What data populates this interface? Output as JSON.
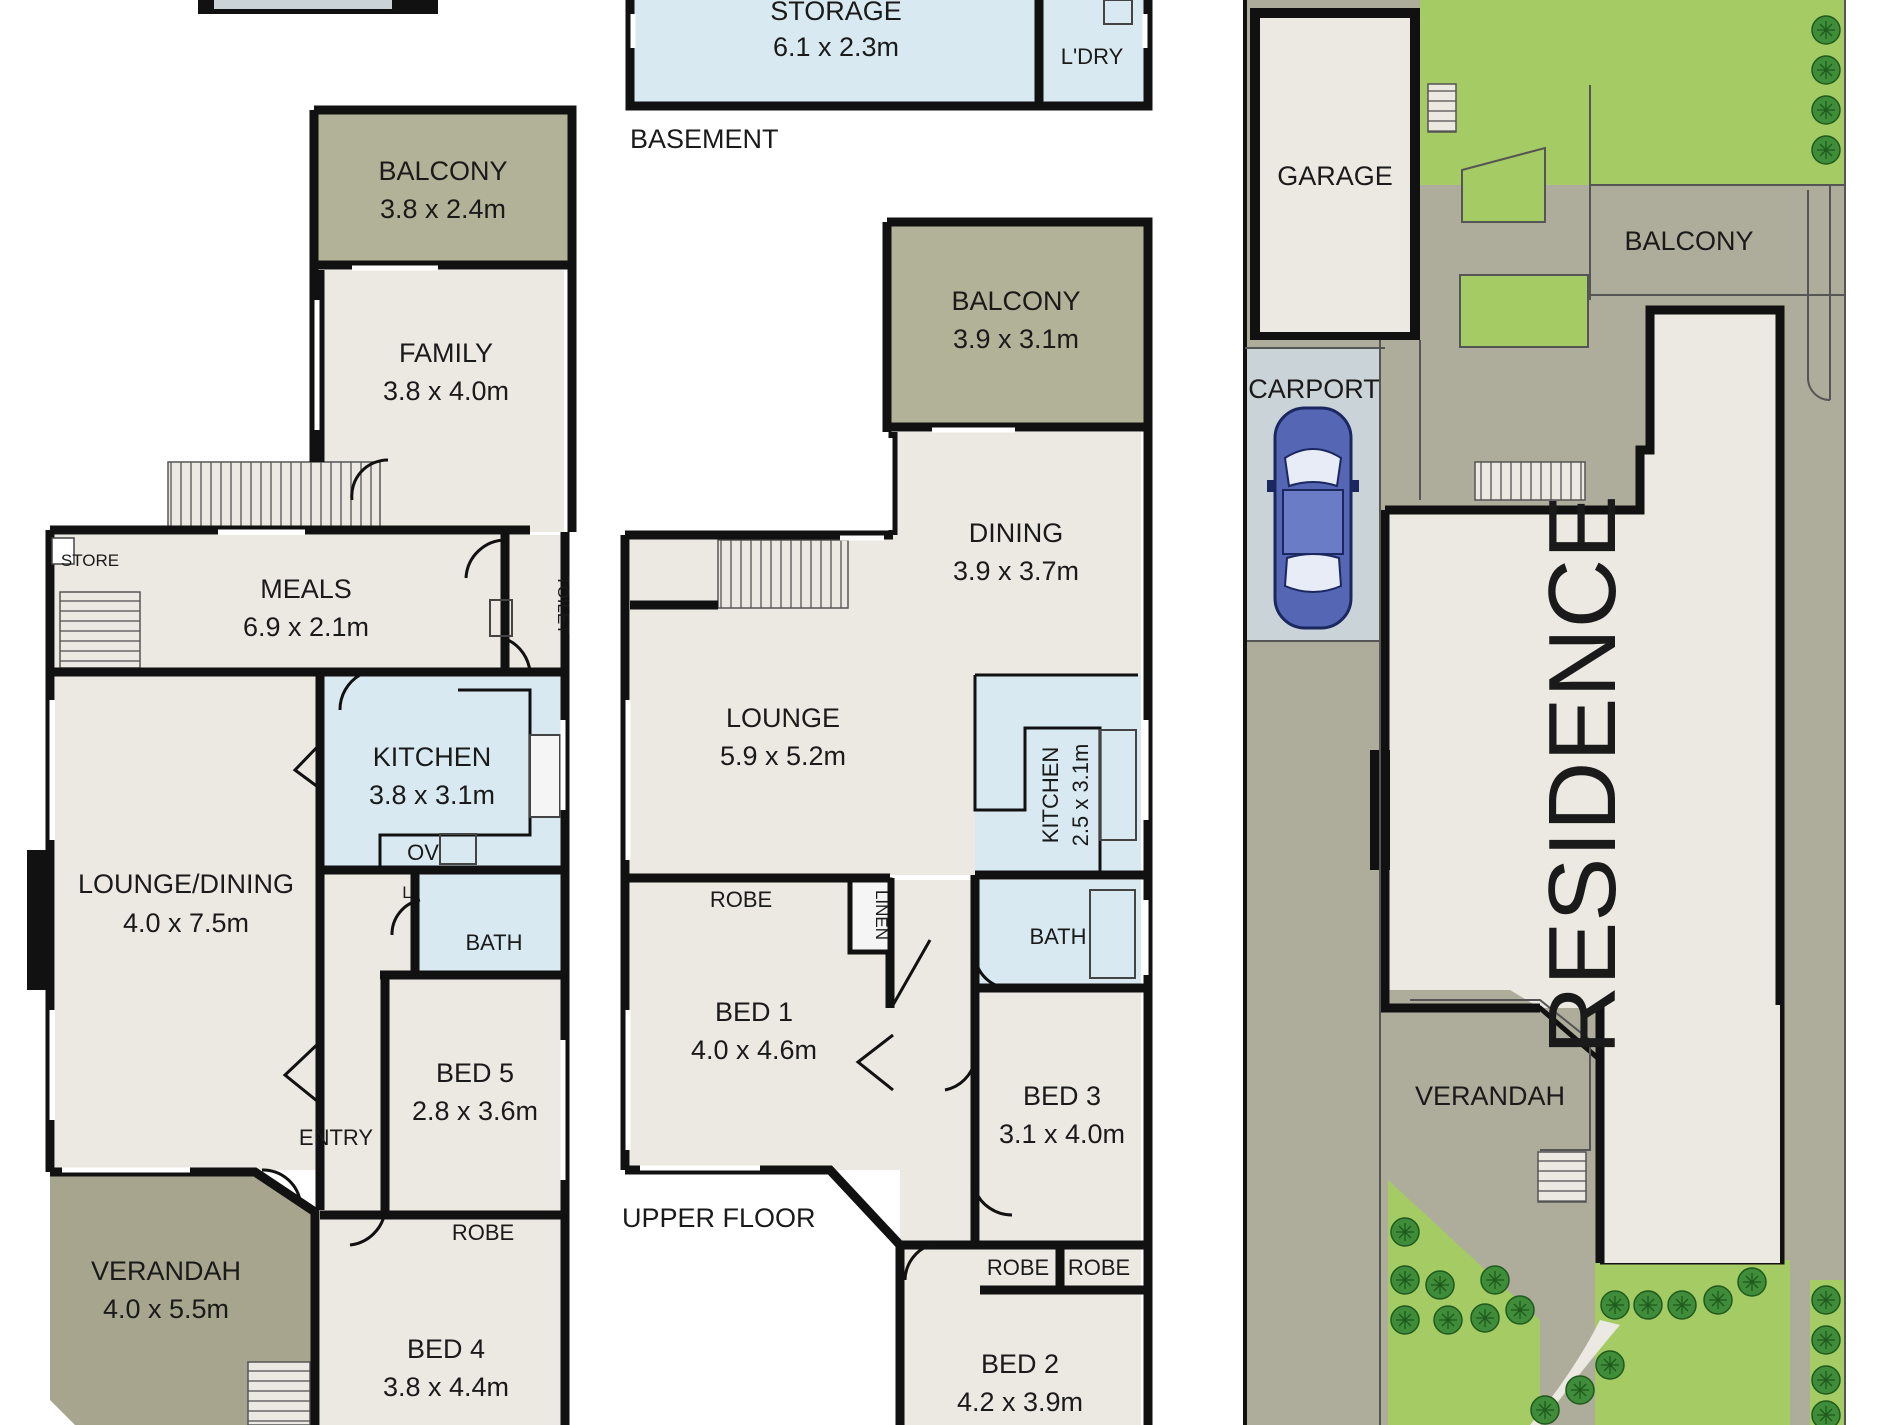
{
  "colors": {
    "floor": "#ece8e2",
    "wet_area": "#d9e9f2",
    "balcony": "#b2b298",
    "verandah": "#a7a58d",
    "lawn": "#a5cb64",
    "hedge": "#3f8c3a",
    "driveway": "#aeac9a",
    "carport": "#c9d3d8",
    "car": "#5466b4",
    "wall": "#111111"
  },
  "basement": {
    "title": "BASEMENT",
    "storage_name": "STORAGE",
    "storage_dims": "6.1 x 2.3m",
    "laundry": "L'DRY"
  },
  "ground": {
    "balcony": {
      "name": "BALCONY",
      "dims": "3.8 x 2.4m"
    },
    "family": {
      "name": "FAMILY",
      "dims": "3.8 x 4.0m"
    },
    "store": "STORE",
    "meals": {
      "name": "MEALS",
      "dims": "6.9 x 2.1m"
    },
    "toilet": "TOILET",
    "kitchen": {
      "name": "KITCHEN",
      "dims": "3.8 x 3.1m"
    },
    "oven": "OV",
    "linen_small": "L",
    "bath": "BATH",
    "lounge_dining": {
      "name": "LOUNGE/DINING",
      "dims": "4.0 x 7.5m"
    },
    "bed5": {
      "name": "BED 5",
      "dims": "2.8 x 3.6m"
    },
    "entry": "ENTRY",
    "robe": "ROBE",
    "verandah": {
      "name": "VERANDAH",
      "dims": "4.0 x 5.5m"
    },
    "bed4": {
      "name": "BED 4",
      "dims": "3.8 x 4.4m"
    }
  },
  "upper": {
    "title": "UPPER FLOOR",
    "balcony": {
      "name": "BALCONY",
      "dims": "3.9 x 3.1m"
    },
    "dining": {
      "name": "DINING",
      "dims": "3.9 x 3.7m"
    },
    "lounge": {
      "name": "LOUNGE",
      "dims": "5.9 x 5.2m"
    },
    "kitchen": {
      "name": "KITCHEN",
      "dims": "2.5 x 3.1m"
    },
    "robe": "ROBE",
    "linen": "LINEN",
    "bath": "BATH",
    "bed1": {
      "name": "BED 1",
      "dims": "4.0 x 4.6m"
    },
    "bed3": {
      "name": "BED 3",
      "dims": "3.1 x 4.0m"
    },
    "robe_a": "ROBE",
    "robe_b": "ROBE",
    "bed2": {
      "name": "BED 2",
      "dims": "4.2 x 3.9m"
    }
  },
  "site": {
    "garage": "GARAGE",
    "carport": "CARPORT",
    "balcony": "BALCONY",
    "residence": "RESIDENCE",
    "verandah": "VERANDAH",
    "icons": [
      "car-icon",
      "shrub-icon"
    ]
  }
}
